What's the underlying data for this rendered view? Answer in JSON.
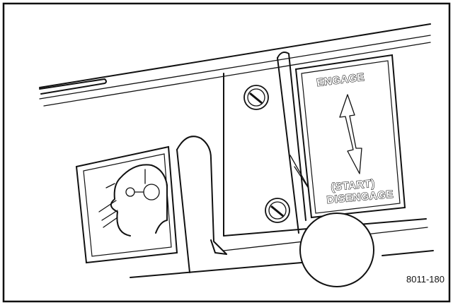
{
  "label_panel": {
    "engage_text": "ENGAGE",
    "start_text": "(START)",
    "disengage_text": "DISENGAGE"
  },
  "figure_id": "8011-180",
  "icons": {
    "warning_decal": "eye-protection-icon",
    "top_screw": "screw-icon",
    "bottom_screw": "screw-icon",
    "direction_arrow": "double-arrow-icon",
    "detail_callout": "magnifier-circle-icon"
  }
}
